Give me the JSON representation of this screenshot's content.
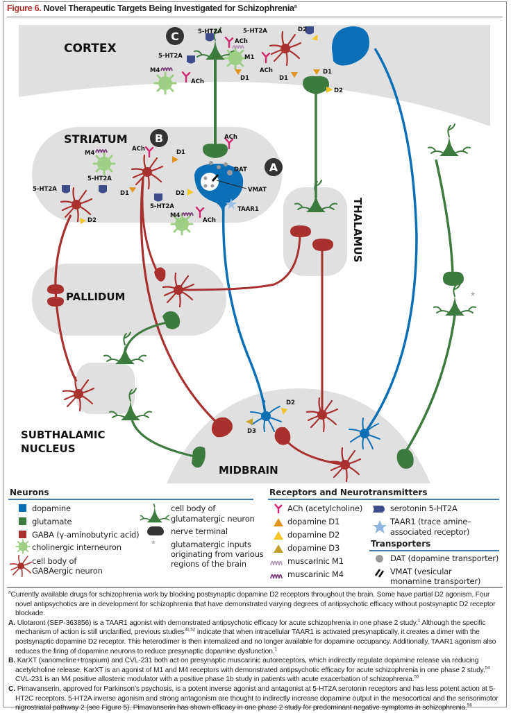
{
  "title": {
    "figure_label": "Figure 6.",
    "text": " Novel Therapeutic Targets Being Investigated for Schizophrenia",
    "footnote_mark": "a"
  },
  "regions": {
    "cortex": "CORTEX",
    "striatum": "STRIATUM",
    "thalamus": "THALAMUS",
    "pallidum": "PALLIDUM",
    "subthalamic_1": "SUBTHALAMIC",
    "subthalamic_2": "NUCLEUS",
    "midbrain": "MIDBRAIN"
  },
  "markers": {
    "a": "A",
    "b": "B",
    "c": "C"
  },
  "site_labels": {
    "c_5ht2a_top": "5-HT2A",
    "c_ach_top": "ACh",
    "c_5ht2a_left": "5-HT2A",
    "c_m1": "M1",
    "c_m4": "M4",
    "c_ach_left": "ACh",
    "c_d1": "D1",
    "c2_5ht2a": "5-HT2A",
    "c2_d2": "D2",
    "c2_ach": "ACh",
    "c2_d1": "D1",
    "c3_d1a": "D1",
    "c3_d1b": "D1",
    "c3_d2": "D2",
    "s_ach_top": "ACh",
    "s_m4a": "M4",
    "s_ach": "ACh",
    "s_d1a": "D1",
    "s_5ht2a_mid": "5-HT2A",
    "s_5ht2a_left": "5-HT2A",
    "s_d1b": "D1",
    "s_5ht2a_low": "5-HT2A",
    "s_d2_left": "D2",
    "s_d2": "D2",
    "s_m4b": "M4",
    "s_ach_low": "ACh",
    "dat": "DAT",
    "vmat": "VMAT",
    "taar1": "TAAR1",
    "mb_d2": "D2",
    "mb_d3": "D3"
  },
  "colors": {
    "dopamine": "#0a6fb5",
    "glutamate": "#3d7a3e",
    "gaba": "#a8312f",
    "cholinergic": "#9fcf85",
    "ach": "#d0256e",
    "d1": "#e0951f",
    "d2": "#f3c527",
    "d3": "#c3a22c",
    "m1": "#b59ab8",
    "m4": "#7a3d7a",
    "ht2a": "#3e4c8c",
    "taar1": "#9ec3e6",
    "dat": "#9a9a9a",
    "region": "#e0e0e0",
    "accent": "#b02a2a"
  },
  "legend": {
    "neurons": {
      "heading": "Neurons",
      "items": [
        {
          "icon": "square-dopamine-icon",
          "label": "dopamine"
        },
        {
          "icon": "square-glutamate-icon",
          "label": "glutamate"
        },
        {
          "icon": "square-gaba-icon",
          "label": "GABA (γ-aminobutyric acid)"
        },
        {
          "icon": "cholinergic-interneuron-icon",
          "label": "cholinergic interneuron"
        },
        {
          "icon": "gabaergic-cell-body-icon",
          "label_1": "cell body of",
          "label_2": "GABAergic neuron"
        },
        {
          "icon": "glutamatergic-cell-body-icon",
          "label_1": "cell body of",
          "label_2": "glutamatergic neuron"
        },
        {
          "icon": "nerve-terminal-icon",
          "label": "nerve terminal"
        },
        {
          "icon": "asterisk-icon",
          "label_1": "glutamatergic inputs",
          "label_2": "originating from various",
          "label_3": "regions of the brain"
        }
      ]
    },
    "receptors": {
      "heading": "Receptors and Neurotransmitters",
      "items": [
        {
          "icon": "ach-receptor-icon",
          "label": "ACh (acetylcholine)"
        },
        {
          "icon": "triangle-d1-icon",
          "label": "dopamine D1"
        },
        {
          "icon": "triangle-d2-icon",
          "label": "dopamine D2"
        },
        {
          "icon": "triangle-d3-icon",
          "label": "dopamine D3"
        },
        {
          "icon": "muscarinic-m1-icon",
          "label": "muscarinic M1"
        },
        {
          "icon": "muscarinic-m4-icon",
          "label": "muscarinic M4"
        },
        {
          "icon": "serotonin-receptor-icon",
          "label": "serotonin 5-HT2A"
        },
        {
          "icon": "star-taar1-icon",
          "label_1": "TAAR1 (trace amine–",
          "label_2": "associated receptor)"
        }
      ]
    },
    "transporters": {
      "heading": "Transporters",
      "items": [
        {
          "icon": "circle-dat-icon",
          "label": "DAT (dopamine transporter)"
        },
        {
          "icon": "vmat-stripes-icon",
          "label_1": "VMAT (vesicular",
          "label_2": "monamine transporter)"
        }
      ]
    }
  },
  "notes": {
    "intro_mark": "a",
    "intro": "Currently available drugs for schizophrenia work by blocking postsynaptic dopamine D2 receptors throughout the brain. Some have partial D2 agonism. Four novel antipsychotics are in development for schizophrenia that have demonstrated varying degrees of antipsychotic efficacy without postsynaptic D2 receptor blockade.",
    "a_label": "A.",
    "a_1": " Ulotaront (SEP-363856) is a TAAR1 agonist with demonstrated antipsychotic efficacy for acute schizophrenia in one phase 2 study.",
    "a_ref1": "1",
    "a_2": " Although the specific mechanism of action is still unclarified, previous studies",
    "a_ref2": "31,52",
    "a_3": " indicate that when intracellular TAAR1 is activated presynaptically, it creates a dimer with the postsynaptic dopamine D2 receptor. This heterodimer is then internalized and no longer available for dopamine occupancy. Additionally, TAAR1 agonism also reduces the firing of dopamine neurons to reduce presynaptic dopamine dysfunction.",
    "a_ref3": "1",
    "b_label": "B.",
    "b_1": " KarXT (xanomeline+trospium) and CVL-231 both act on presynaptic muscarinic autoreceptors, which indirectly regulate dopamine release via reducing acetylcholine release. KarXT is an agonist of M1 and M4 receptors with demonstrated antipsychotic efficacy for acute schizophrenia in one phase 2 study.",
    "b_ref1": "54",
    "b_2": " CVL-231 is an M4 positive allosteric modulator with a positive phase 1b study in patients with acute exacerbation of schizophrenia.",
    "b_ref2": "55",
    "c_label": "C.",
    "c_1": " Pimavanserin, approved for Parkinson’s psychosis, is a potent inverse agonist and antagonist at 5-HT2A serotonin receptors and has less potent action at 5-HT2C receptors. 5-HT2A inverse agonism and strong antagonism are thought to indirectly increase dopamine output in the mesocortical and the sensorimotor nigrostriatal pathway 2 (see Figure 5). Pimavanserin has shown efficacy in one phase 2 study for predominant negative symptoms in schizophrenia.",
    "c_ref1": "56"
  }
}
